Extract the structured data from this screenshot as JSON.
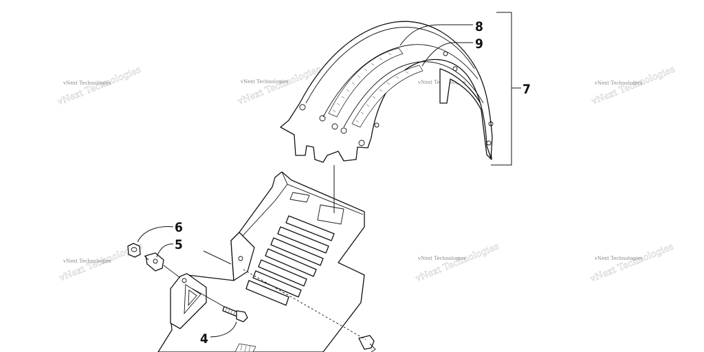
{
  "callouts": {
    "c4": "4",
    "c5": "5",
    "c6": "6",
    "c7": "7",
    "c8": "8",
    "c9": "9"
  },
  "watermark": {
    "text": "vNext Technologies"
  }
}
